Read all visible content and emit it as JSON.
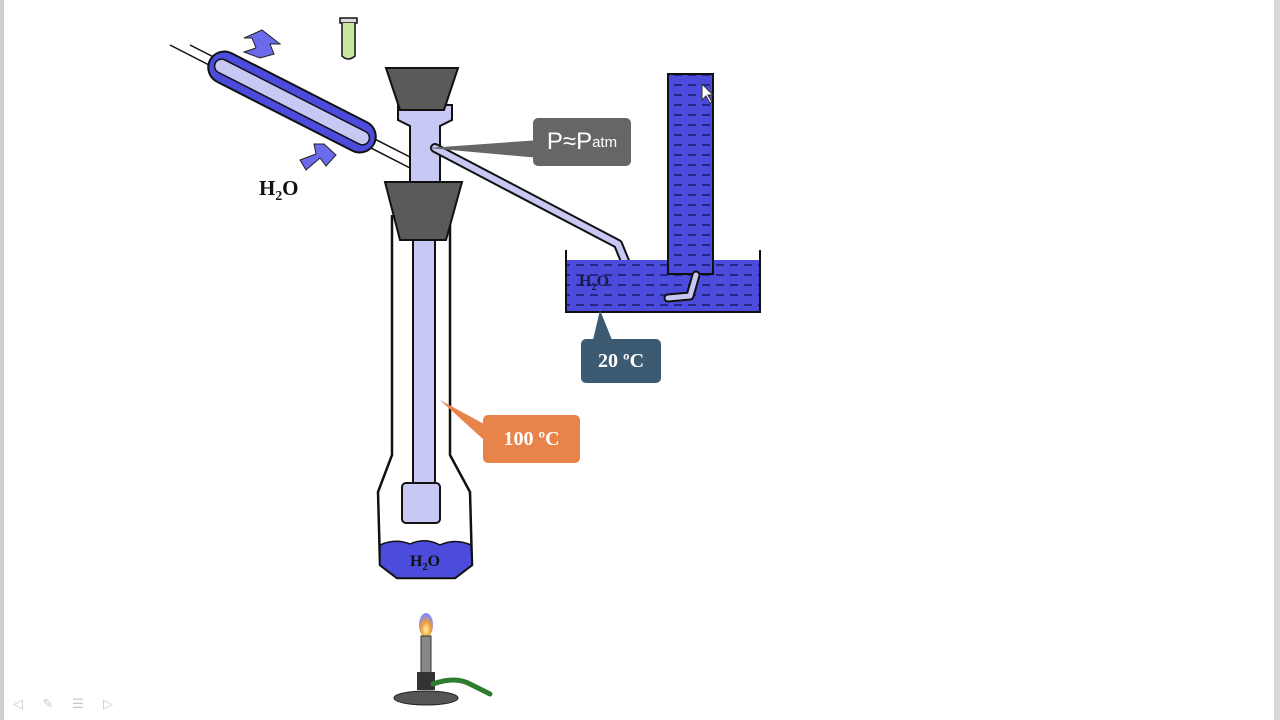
{
  "labels": {
    "condenser_water": "H2O",
    "trough_water": "H2O",
    "flask_water": "H2O"
  },
  "callouts": {
    "pressure_main": "P≈P",
    "pressure_sub": "atm",
    "trough_temp": "20 ºC",
    "flask_temp": "100 ºC"
  },
  "colors": {
    "water": "#4b4bdc",
    "glass": "#c8c8f5",
    "stopper": "#5a5a5a",
    "callout_pressure": "#666666",
    "callout_cold": "#3d5a73",
    "callout_hot": "#e8834a",
    "flame": "#f0a030",
    "gas_hose": "#2e7d2e"
  },
  "nav_icons": [
    "back-icon",
    "pen-icon",
    "menu-icon",
    "forward-icon"
  ]
}
